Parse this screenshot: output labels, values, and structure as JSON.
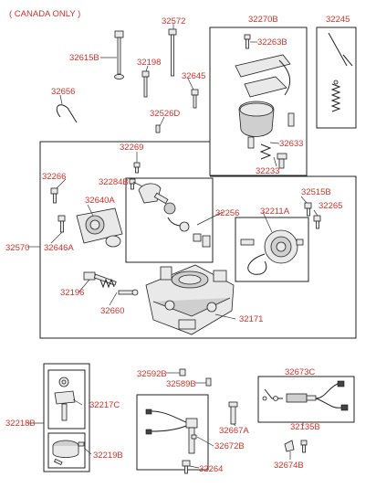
{
  "header": {
    "note": "( CANADA ONLY )"
  },
  "labels": {
    "p32572": "32572",
    "p32270B": "32270B",
    "p32245": "32245",
    "p32615B": "32615B",
    "p32198": "32198",
    "p32263B": "32263B",
    "p32645": "32645",
    "p32656": "32656",
    "p32526D": "32526D",
    "p32269": "32269",
    "p32633": "32633",
    "p32266": "32266",
    "p32284B": "32284B",
    "p32233": "32233",
    "p32640A": "32640A",
    "p32515B": "32515B",
    "p32256": "32256",
    "p32211A": "32211A",
    "p32265": "32265",
    "p32570": "32570",
    "p32646A": "32646A",
    "p32196": "32196",
    "p32660": "32660",
    "p32171": "32171",
    "p32592B": "32592B",
    "p32589B": "32589B",
    "p32673C": "32673C",
    "p32217C": "32217C",
    "p32218B": "32218B",
    "p32135B": "32135B",
    "p32667A": "32667A",
    "p32672B": "32672B",
    "p32219B": "32219B",
    "p32674B": "32674B",
    "p32264": "32264"
  },
  "colors": {
    "label": "#d6322a",
    "line": "#222222"
  }
}
